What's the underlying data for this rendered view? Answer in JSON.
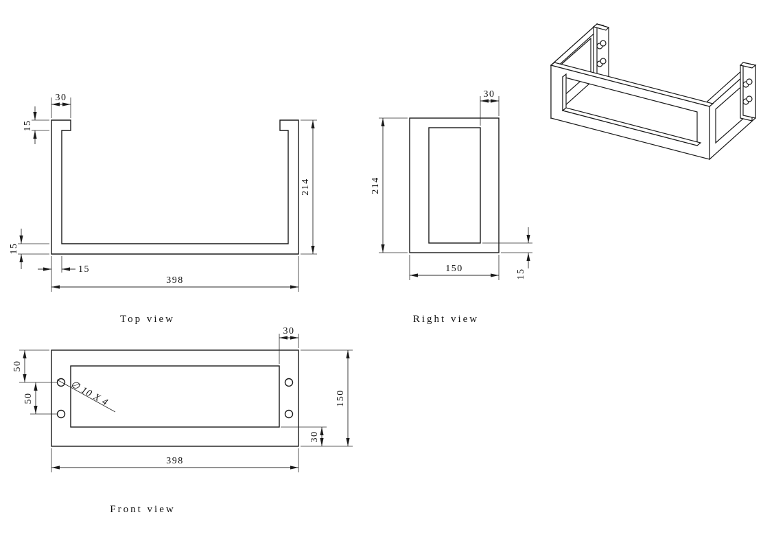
{
  "page": {
    "background": "#ffffff",
    "line_color": "#1a1a1a"
  },
  "views": {
    "top": {
      "label": "Top view",
      "dims": {
        "flange_width": "30",
        "flange_thickness": "15",
        "base_thickness": "15",
        "wall_thickness": "15",
        "overall_width": "398",
        "overall_depth": "214"
      }
    },
    "right": {
      "label": "Right view",
      "dims": {
        "flange_width": "30",
        "overall_height": "214",
        "wall_thickness": "15",
        "overall_width": "150"
      }
    },
    "front": {
      "label": "Front view",
      "dims": {
        "hole_offset_top": "50",
        "hole_pitch": "50",
        "corner_offset": "30",
        "overall_height": "150",
        "bottom_band": "30",
        "overall_width": "398",
        "hole_callout": "∅ 10 X 4"
      }
    }
  }
}
